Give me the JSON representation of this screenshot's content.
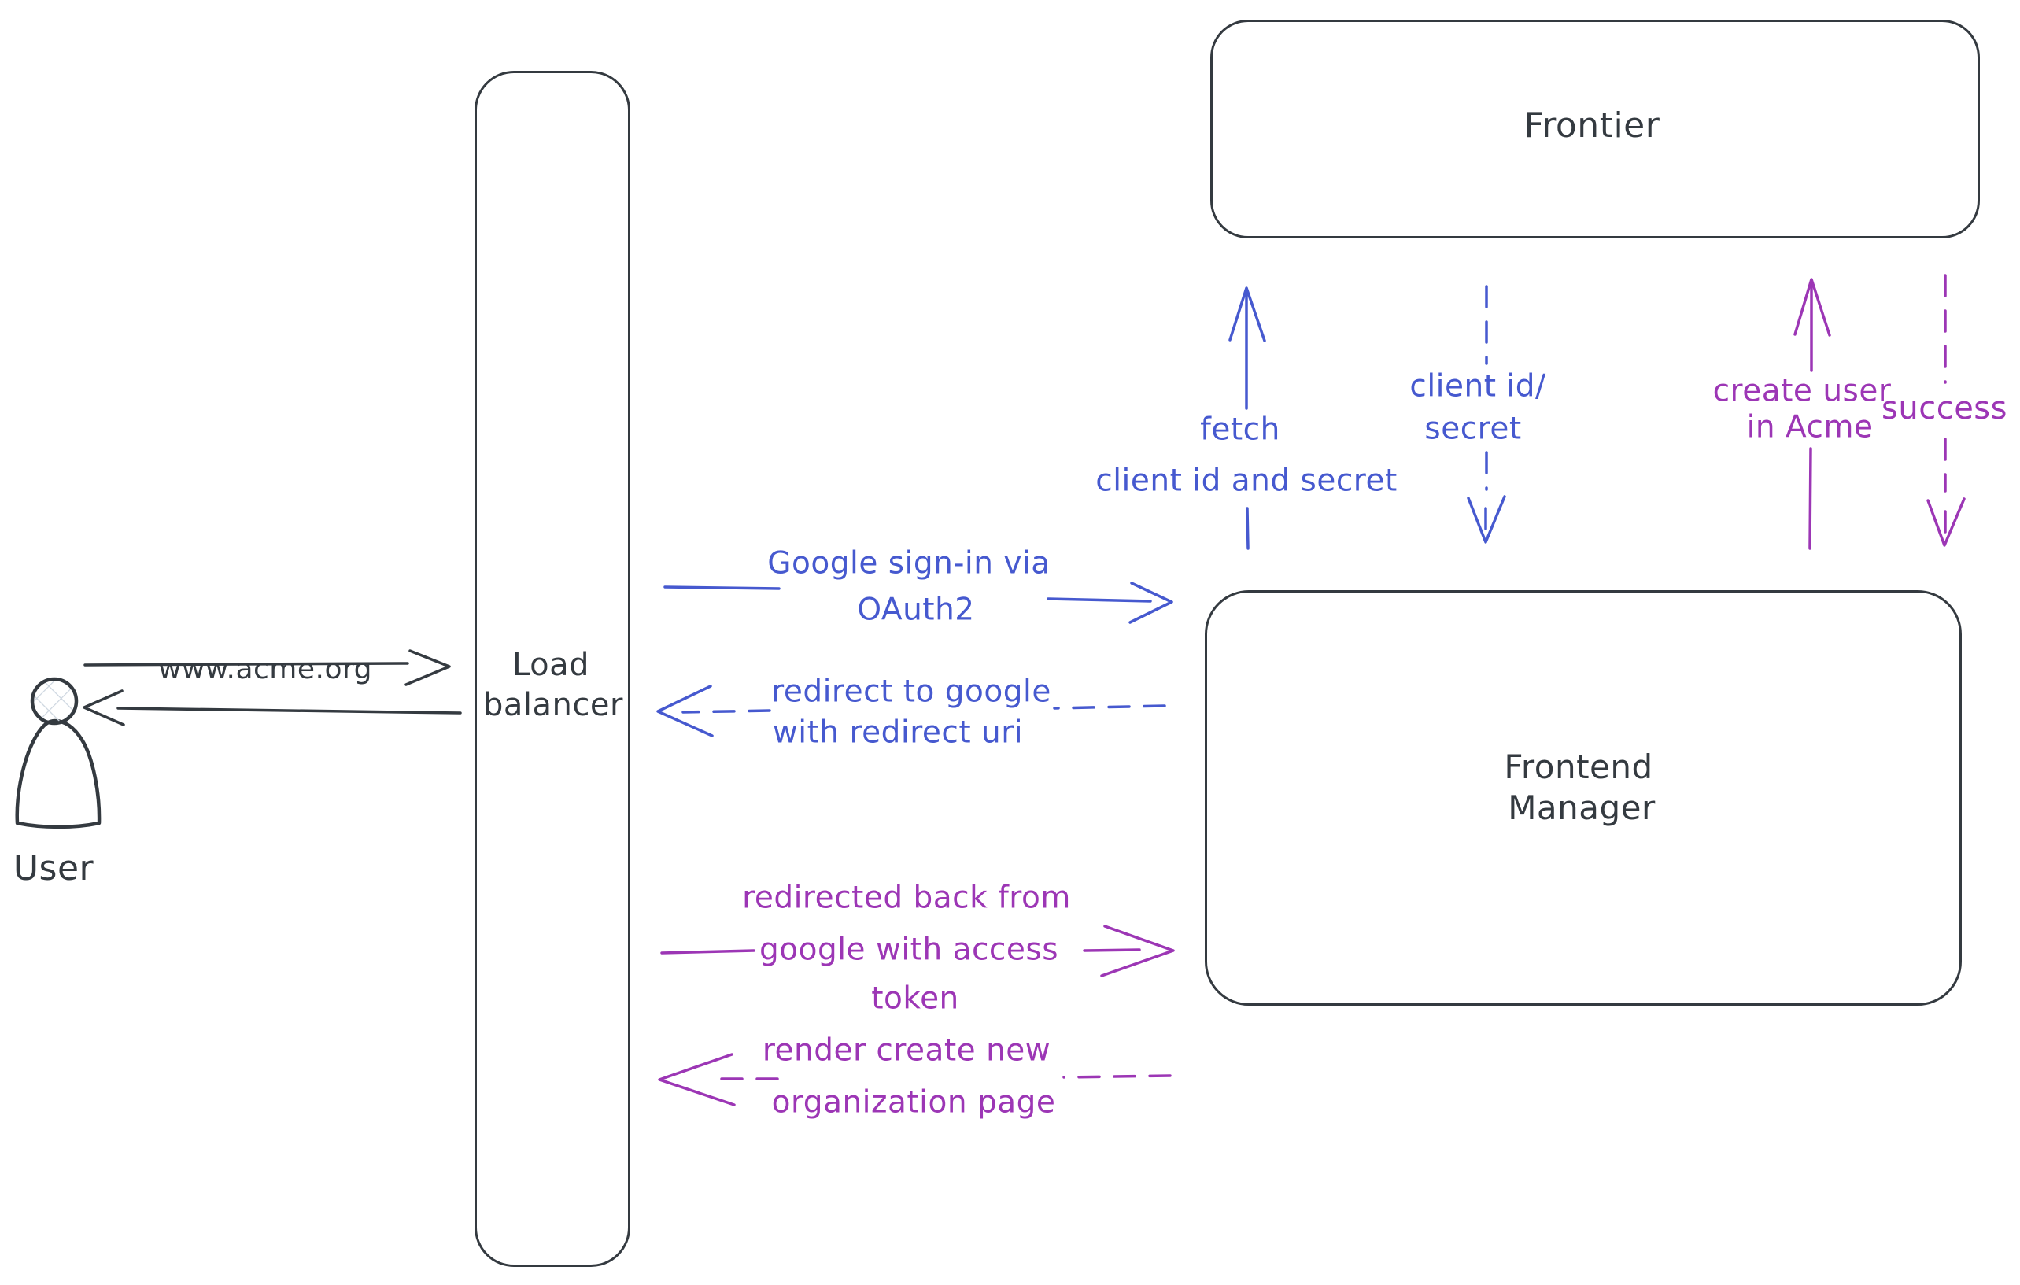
{
  "colors": {
    "dark": "#343a40",
    "blue": "#4659cf",
    "purple": "#9c36b5",
    "hatch": "#ccd5df"
  },
  "nodes": {
    "frontier": {
      "label": "Frontier"
    },
    "frontend_manager": {
      "line1": "Frontend",
      "line2": "Manager"
    },
    "load_balancer": {
      "line1": "Load",
      "line2": "balancer"
    },
    "user": {
      "label": "User"
    }
  },
  "edges": {
    "www_acme": {
      "label": "www.acme.org"
    },
    "google_signin": {
      "line1": "Google sign-in via",
      "line2": "OAuth2"
    },
    "redirect_google": {
      "line1": "redirect to google",
      "line2": "with redirect uri"
    },
    "redirected_back": {
      "line1": "redirected back from",
      "line2": "google with access",
      "line3": "token"
    },
    "render_page": {
      "line1": "render create new",
      "line2": "organization page"
    },
    "fetch_secret": {
      "line1": "fetch",
      "line2": "client id and secret"
    },
    "client_id_secret": {
      "line1": "client id/",
      "line2": "secret"
    },
    "create_user": {
      "line1": "create user",
      "line2": "in Acme"
    },
    "success": {
      "label": "success"
    }
  }
}
